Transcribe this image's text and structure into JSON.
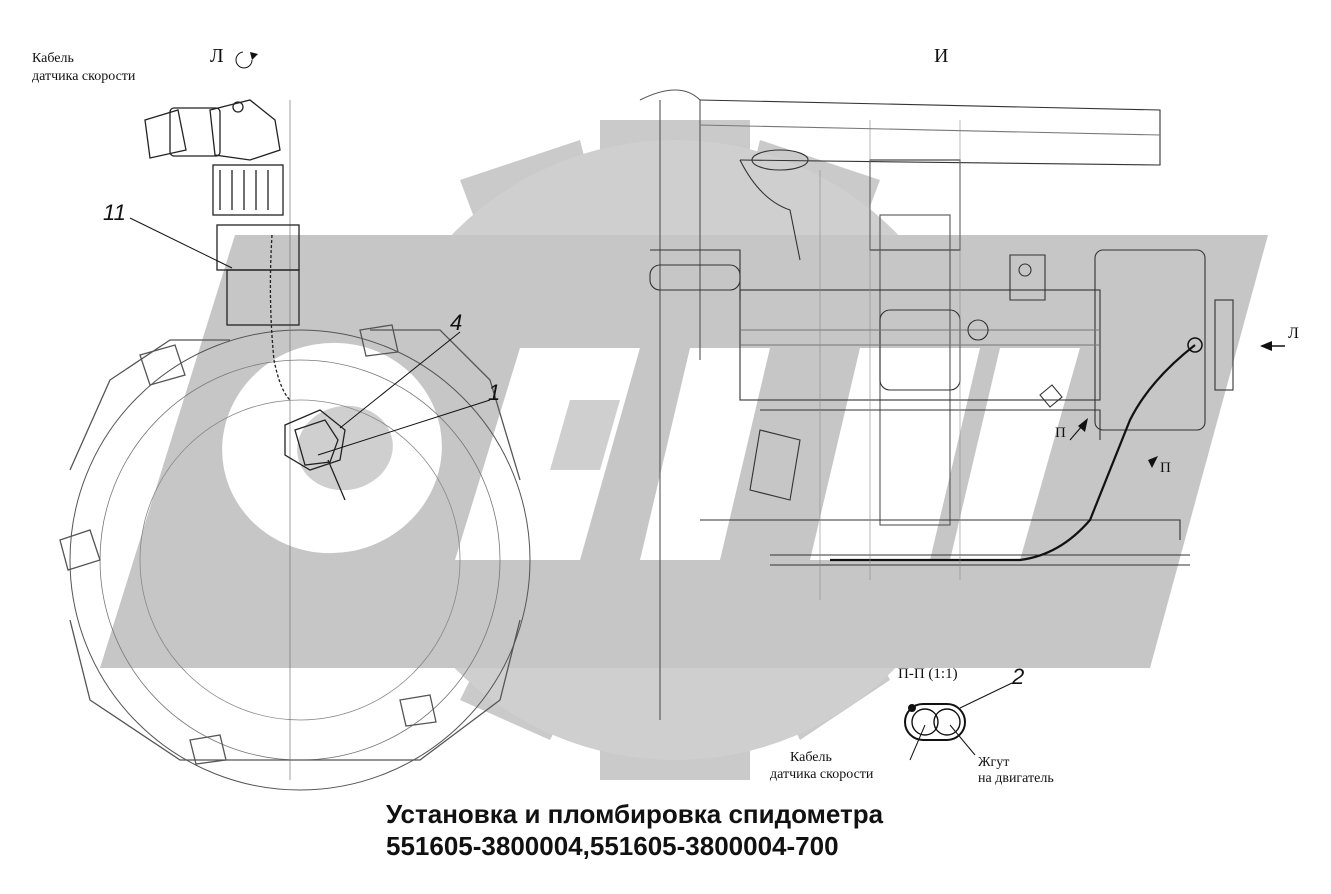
{
  "views": {
    "left": "Л",
    "main": "И",
    "arrow_right": "Л",
    "section_mark_1": "П",
    "section_mark_2": "П",
    "section_title": "П-П (1:1)"
  },
  "labels": {
    "cable_top_line1": "Кабель",
    "cable_top_line2": "датчика скорости",
    "cable_bottom_line1": "Кабель",
    "cable_bottom_line2": "датчика скорости",
    "harness_line1": "Жгут",
    "harness_line2": "на двигатель"
  },
  "callouts": {
    "c11": "11",
    "c4": "4",
    "c1": "1",
    "c2": "2"
  },
  "caption": {
    "line1": "Установка и пломбировка спидометра",
    "line2": "551605-3800004,551605-3800004-700"
  },
  "colors": {
    "watermark": "#c8c8c8",
    "ink": "#222222"
  }
}
